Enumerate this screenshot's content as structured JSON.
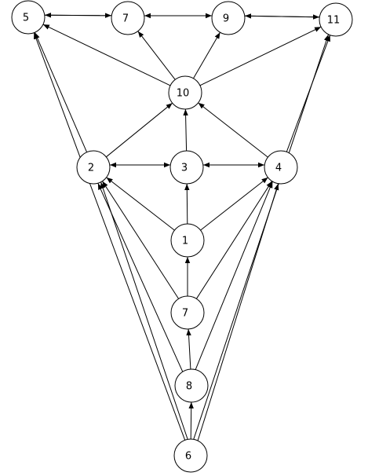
{
  "graph": {
    "stroke_color": "#000000",
    "fill_color": "#ffffff",
    "nodes": [
      {
        "id": "n5",
        "label": "5"
      },
      {
        "id": "n7top",
        "label": "7"
      },
      {
        "id": "n9",
        "label": "9"
      },
      {
        "id": "n11",
        "label": "11"
      },
      {
        "id": "n10",
        "label": "10"
      },
      {
        "id": "n2",
        "label": "2"
      },
      {
        "id": "n3",
        "label": "3"
      },
      {
        "id": "n4",
        "label": "4"
      },
      {
        "id": "n1",
        "label": "1"
      },
      {
        "id": "n7mid",
        "label": "7"
      },
      {
        "id": "n8",
        "label": "8"
      },
      {
        "id": "n6",
        "label": "6"
      }
    ],
    "edges": [
      {
        "from": "n5",
        "to": "n7top"
      },
      {
        "from": "n7top",
        "to": "n5"
      },
      {
        "from": "n7top",
        "to": "n9"
      },
      {
        "from": "n9",
        "to": "n7top"
      },
      {
        "from": "n9",
        "to": "n11"
      },
      {
        "from": "n11",
        "to": "n9"
      },
      {
        "from": "n10",
        "to": "n5"
      },
      {
        "from": "n10",
        "to": "n7top"
      },
      {
        "from": "n10",
        "to": "n9"
      },
      {
        "from": "n10",
        "to": "n11"
      },
      {
        "from": "n2",
        "to": "n5"
      },
      {
        "from": "n2",
        "to": "n10"
      },
      {
        "from": "n3",
        "to": "n10"
      },
      {
        "from": "n4",
        "to": "n10"
      },
      {
        "from": "n4",
        "to": "n11"
      },
      {
        "from": "n2",
        "to": "n3"
      },
      {
        "from": "n3",
        "to": "n2"
      },
      {
        "from": "n3",
        "to": "n4"
      },
      {
        "from": "n4",
        "to": "n3"
      },
      {
        "from": "n1",
        "to": "n2"
      },
      {
        "from": "n1",
        "to": "n3"
      },
      {
        "from": "n1",
        "to": "n4"
      },
      {
        "from": "n7mid",
        "to": "n1"
      },
      {
        "from": "n7mid",
        "to": "n2"
      },
      {
        "from": "n7mid",
        "to": "n4"
      },
      {
        "from": "n8",
        "to": "n7mid"
      },
      {
        "from": "n8",
        "to": "n2"
      },
      {
        "from": "n8",
        "to": "n4"
      },
      {
        "from": "n6",
        "to": "n8"
      },
      {
        "from": "n6",
        "to": "n5"
      },
      {
        "from": "n6",
        "to": "n2"
      },
      {
        "from": "n6",
        "to": "n4"
      },
      {
        "from": "n6",
        "to": "n11"
      }
    ]
  }
}
